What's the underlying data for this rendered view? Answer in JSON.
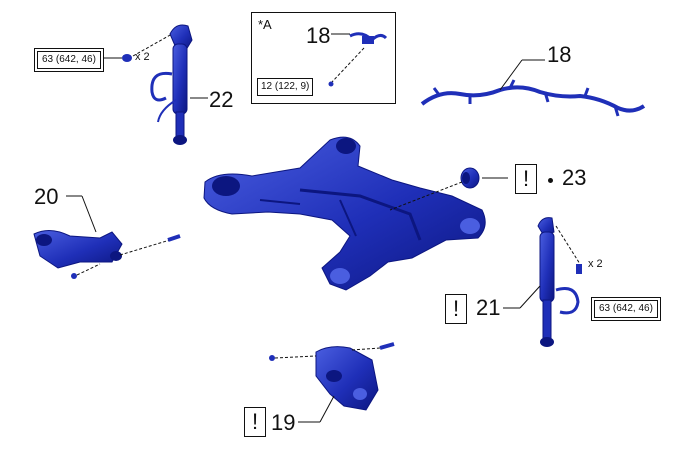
{
  "colors": {
    "part": "#1f2fb8",
    "part_dark": "#0c1680",
    "part_light": "#4a5ee0",
    "line": "#111111"
  },
  "callouts": {
    "c22": "22",
    "c18_inset": "18",
    "c18": "18",
    "c23": "23",
    "c20": "20",
    "c21": "21",
    "c19": "19"
  },
  "torques": {
    "t22": "63 (642, 46)",
    "t21": "63 (642, 46)",
    "t18": "12 (122, 9)"
  },
  "quantities": {
    "q22": "x 2",
    "q21": "x 2"
  },
  "inset": {
    "label": "*A"
  },
  "warnings": {
    "w23": "!",
    "w21": "!",
    "w19": "!"
  }
}
